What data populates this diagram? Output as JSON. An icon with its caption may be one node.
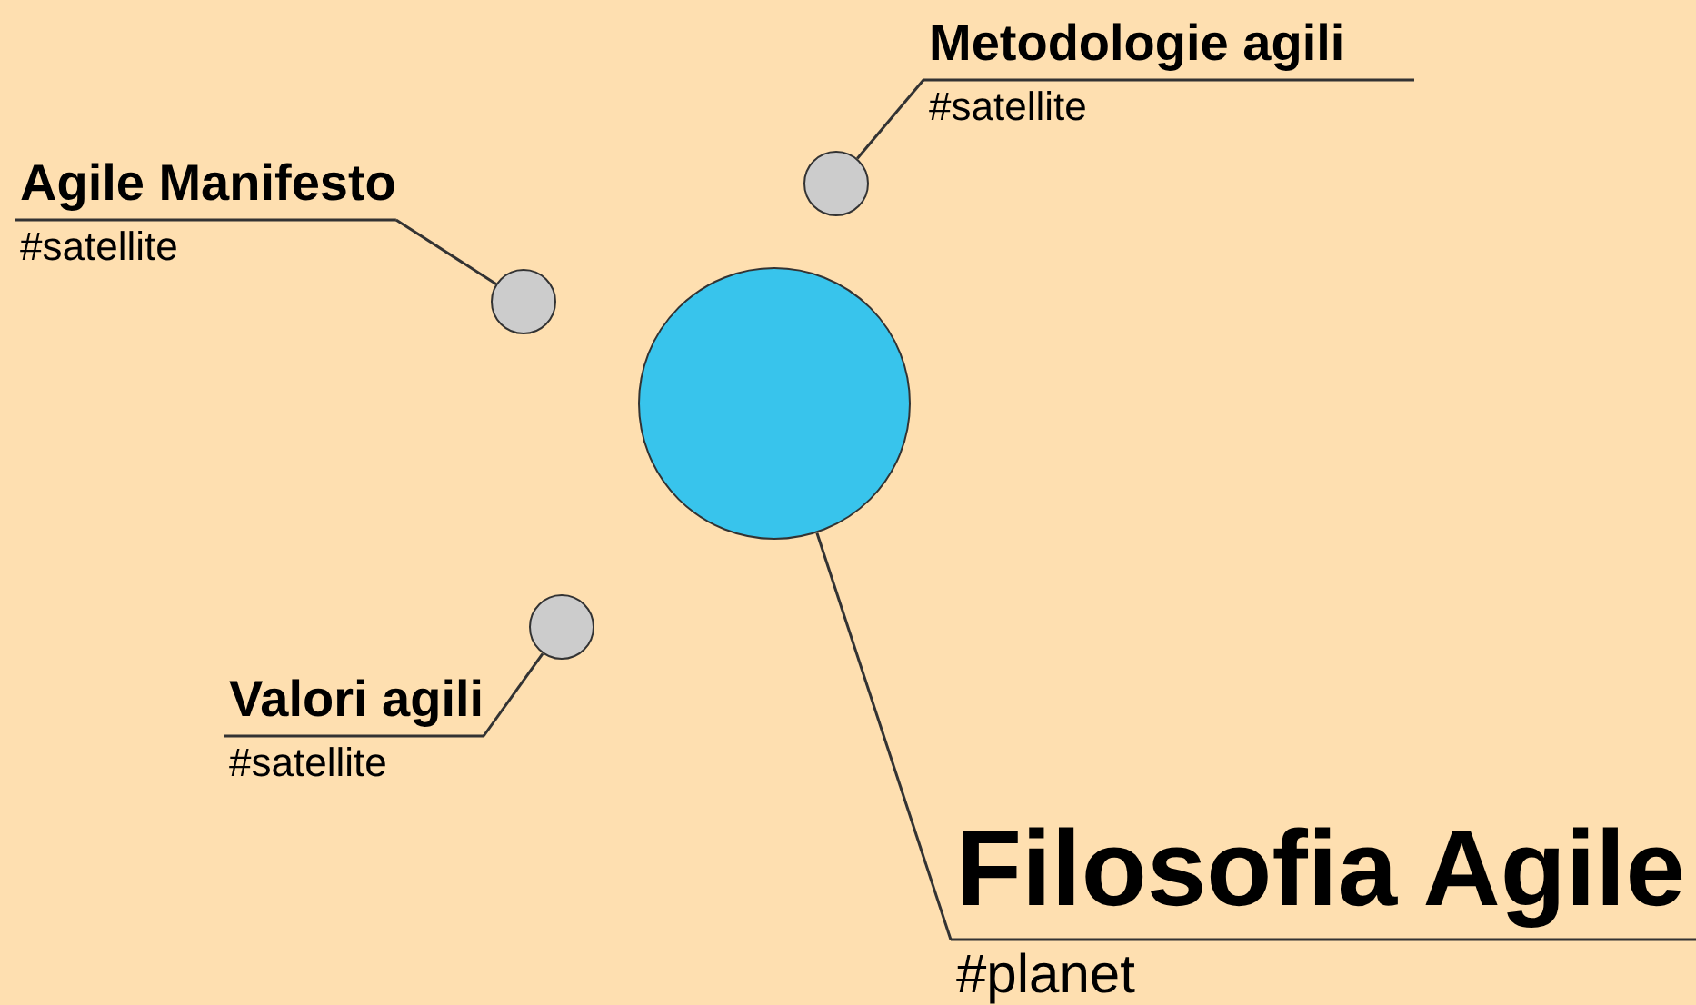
{
  "diagram": {
    "nodes": [
      {
        "text": [
          "Agile Manifesto",
          "#satellite"
        ]
      },
      {
        "text": [],
        "shape": "circle"
      },
      {
        "text": [
          "Metodologie agili",
          "#satellite"
        ]
      },
      {
        "text": [],
        "shape": "circle"
      },
      {
        "text": [],
        "shape": "circle"
      },
      {
        "text": [],
        "shape": "circle"
      },
      {
        "text": [
          "Valori agili",
          "#satellite"
        ]
      },
      {
        "text": [
          "Filosofia Agile",
          "#planet"
        ]
      }
    ],
    "edges": [
      {
        "from": 0,
        "to": 1,
        "arrow": "none"
      },
      {
        "from": 2,
        "to": 3,
        "arrow": "none"
      },
      {
        "from": 6,
        "to": 5,
        "arrow": "none"
      },
      {
        "from": 7,
        "to": 4,
        "arrow": "none"
      }
    ]
  }
}
